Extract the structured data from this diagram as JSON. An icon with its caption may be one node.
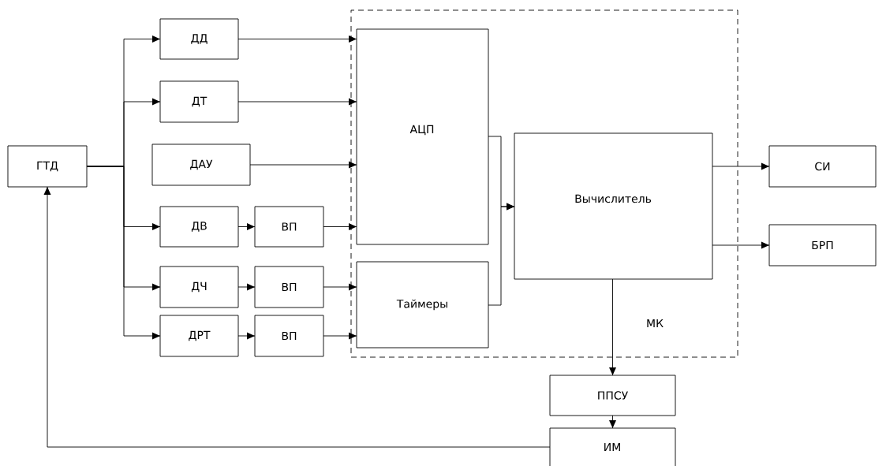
{
  "diagram": {
    "nodes": [
      {
        "text": [
          "ГТД"
        ]
      },
      {
        "text": [
          "МК"
        ]
      },
      {
        "text": [
          "ДД"
        ]
      },
      {
        "text": [
          "ДТ"
        ]
      },
      {
        "text": [
          "ДАУ"
        ]
      },
      {
        "text": [
          "ДВ"
        ]
      },
      {
        "text": [
          "ВП"
        ]
      },
      {
        "text": [
          "ДЧ"
        ]
      },
      {
        "text": [
          "ВП"
        ]
      },
      {
        "text": [
          "ДРТ"
        ]
      },
      {
        "text": [
          "ВП"
        ]
      },
      {
        "text": [
          "АЦП"
        ],
        "in": 1
      },
      {
        "text": [
          "Таймеры"
        ],
        "in": 1
      },
      {
        "text": [
          "Вычислитель"
        ],
        "in": 1
      },
      {
        "text": [
          "СИ"
        ]
      },
      {
        "text": [
          "БРП"
        ]
      },
      {
        "text": [
          "ППСУ"
        ]
      },
      {
        "text": [
          "ИМ"
        ]
      }
    ],
    "edges": [
      {
        "from": 0,
        "to": 2,
        "arrow": "to"
      },
      {
        "from": 0,
        "to": 3,
        "arrow": "to"
      },
      {
        "from": 0,
        "to": 5,
        "arrow": "to"
      },
      {
        "from": 0,
        "to": 7,
        "arrow": "to"
      },
      {
        "from": 0,
        "to": 9,
        "arrow": "to"
      },
      {
        "from": 2,
        "to": 11,
        "arrow": "to"
      },
      {
        "from": 3,
        "to": 11,
        "arrow": "to"
      },
      {
        "from": 4,
        "to": 11,
        "arrow": "to"
      },
      {
        "from": 5,
        "to": 6,
        "arrow": "to"
      },
      {
        "from": 6,
        "to": 11,
        "arrow": "to"
      },
      {
        "from": 7,
        "to": 8,
        "arrow": "to"
      },
      {
        "from": 8,
        "to": 12,
        "arrow": "to"
      },
      {
        "from": 9,
        "to": 10,
        "arrow": "to"
      },
      {
        "from": 10,
        "to": 12,
        "arrow": "to"
      },
      {
        "from": 11,
        "to": 13,
        "arrow": "to"
      },
      {
        "from": 12,
        "to": 13,
        "arrow": "to"
      },
      {
        "from": 13,
        "to": 14,
        "arrow": "to"
      },
      {
        "from": 13,
        "to": 15,
        "arrow": "to"
      },
      {
        "from": 13,
        "to": 16,
        "arrow": "to"
      },
      {
        "from": 16,
        "to": 17,
        "arrow": "to"
      },
      {
        "from": 17,
        "to": 0,
        "arrow": "to"
      }
    ]
  }
}
